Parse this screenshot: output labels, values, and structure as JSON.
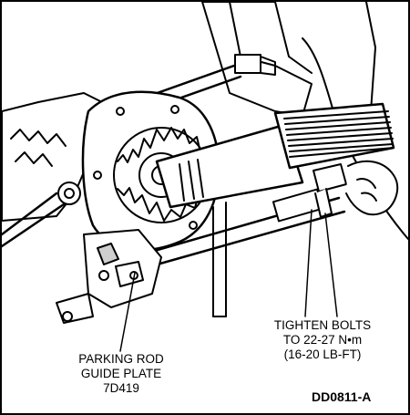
{
  "callouts": {
    "tighten_bolts": {
      "lines": [
        "TIGHTEN BOLTS",
        "TO 22-27 N•m",
        "(16-20 LB-FT)"
      ]
    },
    "parking_rod": {
      "lines": [
        "PARKING ROD",
        "GUIDE PLATE",
        "7D419"
      ]
    }
  },
  "figure_code": "DD0811-A",
  "colors": {
    "ink": "#000000",
    "paper": "#ffffff",
    "shade": "#cfcfcf"
  }
}
